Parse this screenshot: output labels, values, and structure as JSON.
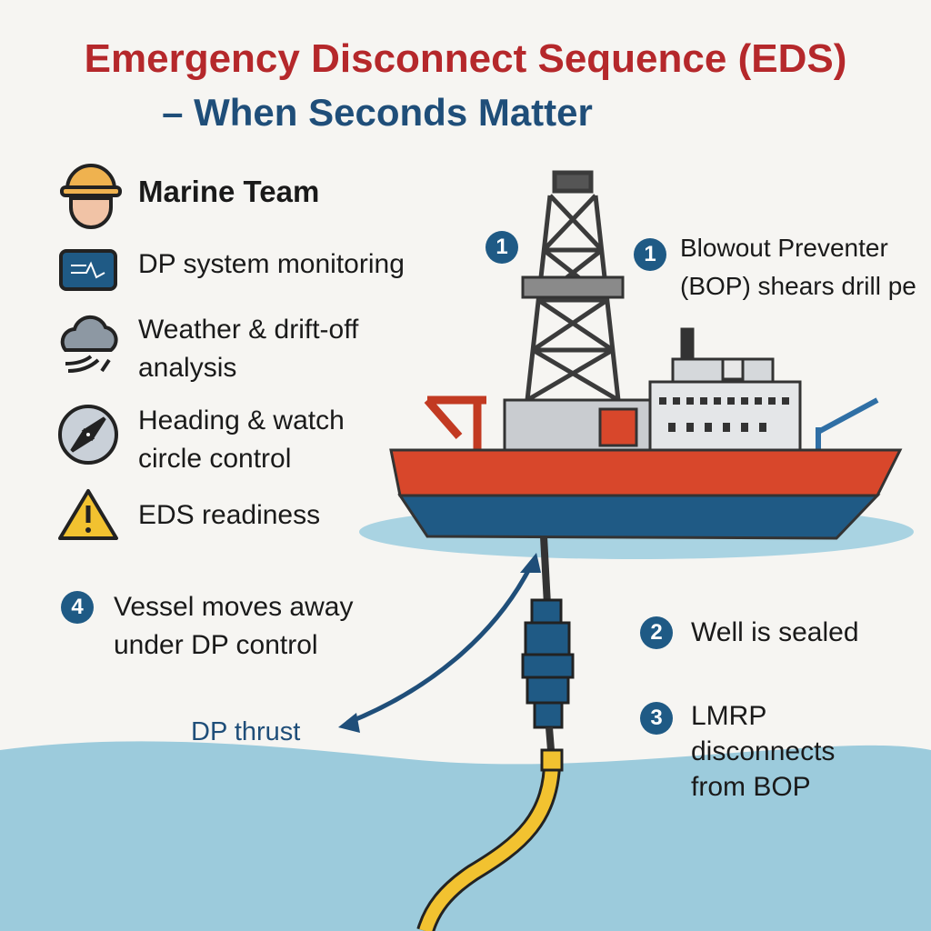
{
  "title": {
    "line1": "Emergency Disconnect Sequence (EDS)",
    "line2": "– When Seconds Matter"
  },
  "team": {
    "heading": "Marine Team",
    "items": [
      {
        "icon": "monitor-icon",
        "line1": "DP system monitoring",
        "line2": ""
      },
      {
        "icon": "weather-cloud-icon",
        "line1": "Weather & drift-off",
        "line2": "analysis"
      },
      {
        "icon": "compass-icon",
        "line1": "Heading & watch",
        "line2": "circle control"
      },
      {
        "icon": "warning-icon",
        "line1": "EDS readiness",
        "line2": ""
      }
    ]
  },
  "steps": [
    {
      "num": "1",
      "line1": "Blowout Preventer",
      "line2": "(BOP) shears drill pe"
    },
    {
      "num": "2",
      "line1": "Well is sealed"
    },
    {
      "num": "3",
      "line1": "LMRP",
      "line2": "disconnects",
      "line3": "from BOP"
    },
    {
      "num": "4",
      "line1": "Vessel moves away",
      "line2": "under DP control"
    }
  ],
  "derrick_badge": "1",
  "thrust_label": "DP thrust",
  "colors": {
    "title_red": "#b5282b",
    "accent_blue": "#1f4e79",
    "hull_red": "#d8472b",
    "sea": "#9ccbdc",
    "hose": "#f2c230"
  }
}
